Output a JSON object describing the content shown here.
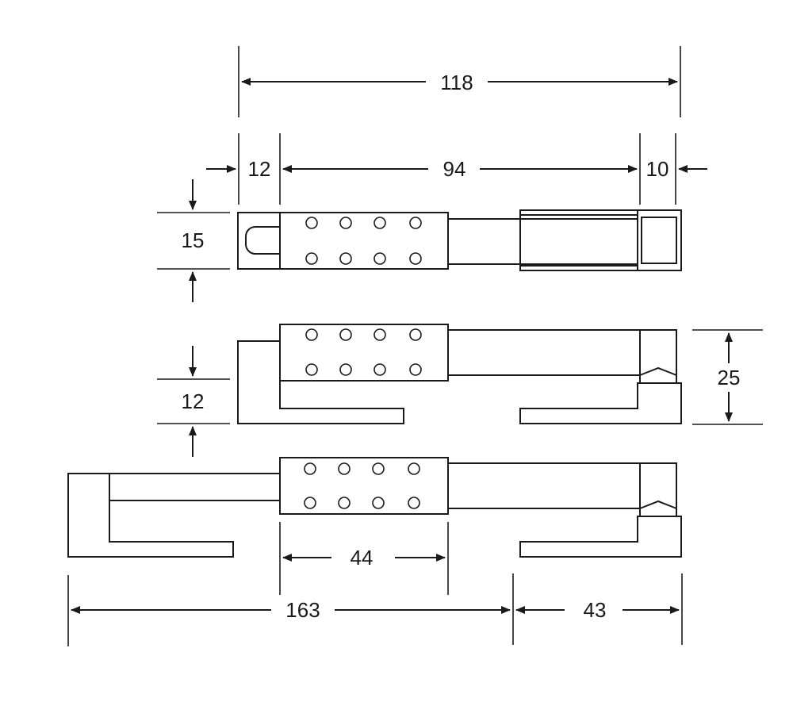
{
  "dimensions": {
    "overall_length": "118",
    "left_end": "12",
    "middle_span": "94",
    "right_end": "10",
    "closed_height": "15",
    "jaw_gap": "12",
    "open_height": "25",
    "body_length": "44",
    "extended_length": "163",
    "right_jaw_length": "43"
  },
  "colors": {
    "line": "#1a1a1a",
    "background": "#ffffff"
  }
}
